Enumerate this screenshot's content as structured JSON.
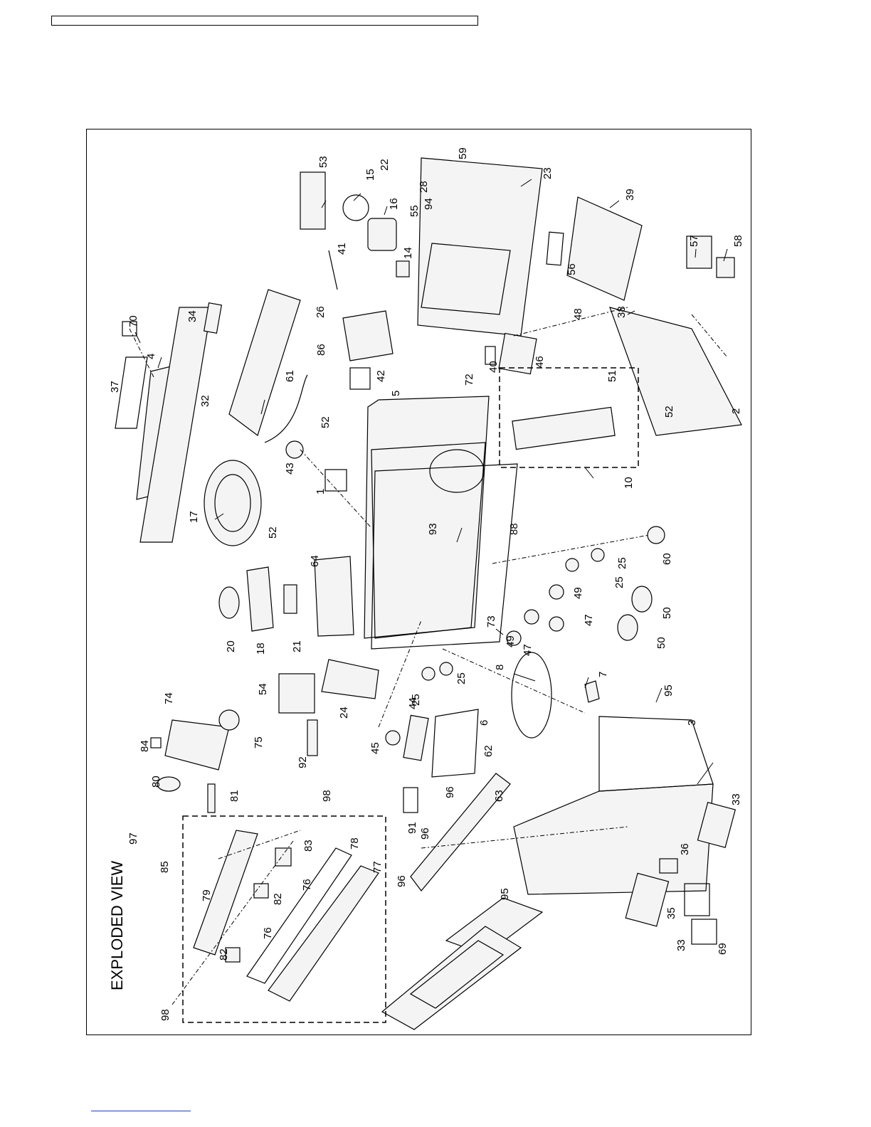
{
  "diagram": {
    "title": "EXPLODED VIEW",
    "callouts": [
      "1",
      "2",
      "3",
      "4",
      "5",
      "6",
      "7",
      "8",
      "10",
      "14",
      "15",
      "16",
      "17",
      "18",
      "20",
      "21",
      "22",
      "23",
      "24",
      "25a",
      "25b",
      "25c",
      "25d",
      "26",
      "28",
      "32",
      "33a",
      "33b",
      "34",
      "35",
      "36",
      "37",
      "38",
      "39",
      "40",
      "41",
      "42",
      "43",
      "44",
      "45",
      "46",
      "47a",
      "47b",
      "48",
      "49a",
      "49b",
      "50a",
      "50b",
      "51",
      "52a",
      "52b",
      "52c",
      "53",
      "54",
      "55",
      "56",
      "57",
      "58",
      "59",
      "60",
      "61",
      "62",
      "63",
      "64",
      "69",
      "70",
      "72",
      "73",
      "74",
      "75",
      "76a",
      "76b",
      "77",
      "78",
      "79",
      "80",
      "81",
      "82a",
      "82b",
      "83",
      "84",
      "85",
      "86",
      "88",
      "91",
      "92",
      "93",
      "94",
      "95a",
      "95b",
      "96a",
      "96b",
      "96c",
      "97",
      "98a",
      "98b"
    ],
    "labels": {
      "1": "1",
      "2": "2",
      "3": "3",
      "4": "4",
      "5": "5",
      "6": "6",
      "7": "7",
      "8": "8",
      "10": "10",
      "14": "14",
      "15": "15",
      "16": "16",
      "17": "17",
      "18": "18",
      "20": "20",
      "21": "21",
      "22": "22",
      "23": "23",
      "24": "24",
      "25a": "25",
      "25b": "25",
      "25c": "25",
      "25d": "25",
      "26": "26",
      "28": "28",
      "32": "32",
      "33a": "33",
      "33b": "33",
      "34": "34",
      "35": "35",
      "36": "36",
      "37": "37",
      "38": "38",
      "39": "39",
      "40": "40",
      "41": "41",
      "42": "42",
      "43": "43",
      "44": "44",
      "45": "45",
      "46": "46",
      "47a": "47",
      "47b": "47",
      "48": "48",
      "49a": "49",
      "49b": "49",
      "50a": "50",
      "50b": "50",
      "51": "51",
      "52a": "52",
      "52b": "52",
      "52c": "52",
      "53": "53",
      "54": "54",
      "55": "55",
      "56": "56",
      "57": "57",
      "58": "58",
      "59": "59",
      "60": "60",
      "61": "61",
      "62": "62",
      "63": "63",
      "64": "64",
      "69": "69",
      "70": "70",
      "72": "72",
      "73": "73",
      "74": "74",
      "75": "75",
      "76a": "76",
      "76b": "76",
      "77": "77",
      "78": "78",
      "79": "79",
      "80": "80",
      "81": "81",
      "82a": "82",
      "82b": "82",
      "83": "83",
      "84": "84",
      "85": "85",
      "86": "86",
      "88": "88",
      "91": "91",
      "92": "92",
      "93": "93",
      "94": "94",
      "95a": "95",
      "95b": "95",
      "96a": "96",
      "96b": "96",
      "96c": "96",
      "97": "97",
      "98a": "98",
      "98b": "98"
    }
  }
}
